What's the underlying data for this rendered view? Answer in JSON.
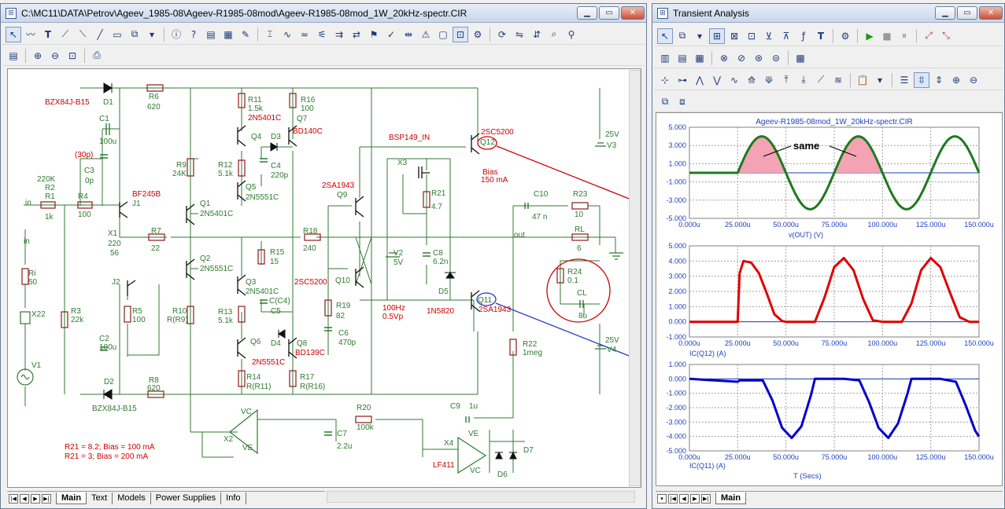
{
  "schematic_window": {
    "title": "C:\\MC11\\DATA\\Petrov\\Ageev_1985-08\\Ageev-R1985-08mod\\Ageev-R1985-08mod_1W_20kHz-spectr.CIR",
    "tabs": [
      "Main",
      "Text",
      "Models",
      "Power Supplies",
      "Info"
    ],
    "labels": {
      "d1_model": "BZX84J-B15",
      "d1": "D1",
      "r6": "R6",
      "r6v": "620",
      "c1": "C1",
      "c1v": "100u",
      "c3note": "(30p)",
      "c3": "C3",
      "c3v": "0p",
      "r2v": "220K",
      "r2": "R2",
      "r1": "R1",
      "r1v": "1k",
      "r4": "R4",
      "r4v": "100",
      "in1": "in",
      "j1m": "BF245B",
      "j1": "J1",
      "x1": "X1",
      "x1a": "220",
      "x1b": "56",
      "r7": "R7",
      "r7v": "22",
      "in2": "in",
      "ri": "Ri",
      "riv": "50",
      "x22": "X22",
      "v1": "V1",
      "j2": "J2",
      "r5": "R5",
      "r5v": "100",
      "r3": "R3",
      "r3v": "22k",
      "c2": "C2",
      "c2v": "100u",
      "d2": "D2",
      "d2m": "BZX84J-B15",
      "r8": "R8",
      "r8v": "620",
      "r11": "R11",
      "r11v": "1.5k",
      "q4m": "2N5401C",
      "q4": "Q4",
      "r16": "R16",
      "r16v": "100",
      "d3": "D3",
      "q7": "Q7",
      "q7m": "BD140C",
      "r12": "R12",
      "r12v": "5.1k",
      "c4": "C4",
      "c4v": "220p",
      "r9": "R9",
      "r9v": "24K",
      "q5": "Q5",
      "q5m": "2N5551C",
      "q1": "Q1",
      "q1m": "2N5401C",
      "q2": "Q2",
      "q2m": "2N5551C",
      "r15": "R15",
      "r15v": "15",
      "q3": "Q3",
      "q3m": "2N5401C",
      "cc4": "C(C4)",
      "c5": "C5",
      "r10": "R10",
      "r10v": "R(R9)",
      "r13": "R13",
      "r13v": "5.1k",
      "q6": "Q6",
      "d4": "D4",
      "q8": "Q8",
      "q8m": "BD139C",
      "q6m": "2N5551C",
      "r14": "R14",
      "r14v": "R(R11)",
      "r17": "R17",
      "r17v": "R(R16)",
      "r18": "R18",
      "r18v": "240",
      "q9m": "2SA1943",
      "q9": "Q9",
      "q10m": "2SC5200",
      "q10": "Q10",
      "r19": "R19",
      "r19v": "82",
      "c6": "C6",
      "c6v": "470p",
      "bsp": "BSP149_IN",
      "x3": "X3",
      "r21": "R21",
      "r21v": "4.7",
      "bias1": "Bias",
      "bias2": "150 mA",
      "v2": "V2",
      "v2v": "5V",
      "c8": "C8",
      "c8v": "6.2n",
      "d5": "D5",
      "d5m": "1N5820",
      "hz": "100Hz",
      "vp": "0.5Vp",
      "q12m": "2SC5200",
      "q12": "Q12",
      "q11": "Q11",
      "q11m": "2SA1943",
      "v3v": "25V",
      "v3": "V3",
      "v4v": "25V",
      "v4": "V4",
      "c10": "C10",
      "c10v": "47 n",
      "r23": "R23",
      "r23v": "10",
      "out": "out",
      "rl": "RL",
      "rlv": "6",
      "r24": "R24",
      "r24v": "0.1",
      "cl": "CL",
      "clv": "8u",
      "r22": "R22",
      "r22v": "1meg",
      "c9": "C9",
      "c9v": "1u",
      "x2": "X2",
      "vc": "VC",
      "ve": "VE",
      "r20": "R20",
      "r20v": "100k",
      "c7": "C7",
      "c7v": "2.2u",
      "x4": "X4",
      "x4m": "LF411",
      "ve2": "VE",
      "vc2": "VC",
      "d6": "D6",
      "d7": "D7",
      "note1": "R21 = 8.2; Bias = 100 mA",
      "note2": "R21 = 3; Bias = 200 mA"
    }
  },
  "analysis_window": {
    "title": "Transient Analysis",
    "tab": "Main",
    "plot_title": "Ageev-R1985-08mod_1W_20kHz-spectr.CIR",
    "annotation": "same",
    "x_ticks": [
      "0.000u",
      "25.000u",
      "50.000u",
      "75.000u",
      "100.000u",
      "125.000u",
      "150.000u"
    ],
    "x_label": "T (Secs)",
    "colors": {
      "plot1": "#1e7a1e",
      "plot2": "#e00000",
      "plot3": "#0000cc",
      "fill": "#f4a3b4",
      "zero": "#1f3fbf"
    }
  },
  "chart_data": [
    {
      "type": "line",
      "ylabel": "v(OUT) (V)",
      "ylim": [
        -5,
        5
      ],
      "y_ticks": [
        "5.000",
        "3.000",
        "1.000",
        "-1.000",
        "-3.000",
        "-5.000"
      ],
      "xlim": [
        0,
        150
      ],
      "series": [
        {
          "x": [
            0,
            25,
            37.5,
            50,
            62.5,
            75,
            87.5,
            100,
            112.5,
            125,
            137.5,
            150
          ],
          "values": [
            0,
            0,
            4,
            0,
            -4,
            0,
            4,
            0,
            -4,
            0,
            4,
            0
          ]
        }
      ]
    },
    {
      "type": "line",
      "ylabel": "IC(Q12) (A)",
      "ylim": [
        -1,
        5
      ],
      "y_ticks": [
        "5.000",
        "4.000",
        "3.000",
        "2.000",
        "1.000",
        "0.000",
        "-1.000"
      ],
      "xlim": [
        0,
        150
      ],
      "series": [
        {
          "x": [
            0,
            25,
            26,
            28,
            32,
            36,
            40,
            44,
            48,
            50,
            55,
            60,
            65,
            70,
            75,
            80,
            85,
            90,
            95,
            100,
            105,
            110,
            115,
            120,
            125,
            130,
            135,
            140,
            145,
            150
          ],
          "values": [
            0,
            0,
            3.2,
            4.0,
            3.9,
            3.2,
            1.9,
            0.5,
            0.05,
            0,
            0,
            0,
            0,
            1.6,
            3.6,
            4.2,
            3.4,
            1.5,
            0.1,
            0,
            0,
            0,
            1.2,
            3.4,
            4.2,
            3.6,
            1.9,
            0.3,
            0,
            0
          ]
        }
      ]
    },
    {
      "type": "line",
      "ylabel": "IC(Q11) (A)",
      "ylim": [
        -5,
        1
      ],
      "y_ticks": [
        "1.000",
        "0.000",
        "-1.000",
        "-2.000",
        "-3.000",
        "-4.000",
        "-5.000"
      ],
      "xlim": [
        0,
        150
      ],
      "series": [
        {
          "x": [
            0,
            25,
            26,
            38,
            43,
            48,
            53,
            58,
            63,
            65,
            70,
            75,
            80,
            88,
            93,
            98,
            103,
            108,
            113,
            115,
            120,
            125,
            130,
            138,
            143,
            148,
            150
          ],
          "values": [
            0,
            -0.2,
            -0.1,
            -0.1,
            -1.5,
            -3.4,
            -4.1,
            -3.3,
            -1.1,
            0,
            0,
            0,
            0,
            -0.1,
            -1.6,
            -3.4,
            -4.1,
            -3.1,
            -1.0,
            0,
            0,
            0,
            0,
            -0.2,
            -1.8,
            -3.6,
            -4.0
          ]
        }
      ]
    }
  ]
}
